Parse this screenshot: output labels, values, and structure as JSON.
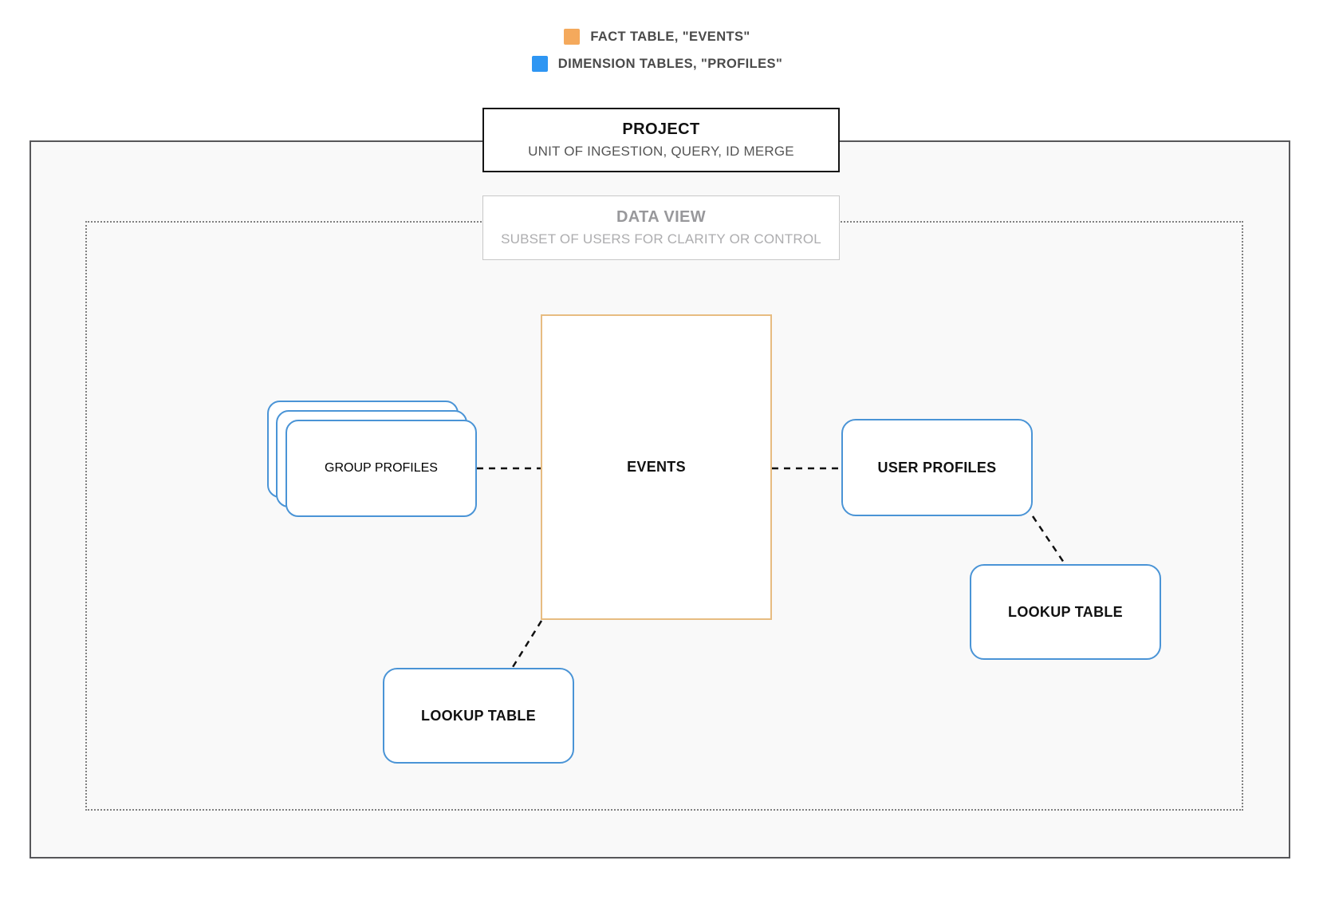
{
  "colors": {
    "fact_accent": "#f4a95c",
    "dimension_accent": "#2e96f3",
    "fact_border": "#e7bc81",
    "dimension_border": "#4a94d6",
    "outer_border": "#57575a",
    "connector": "#111111"
  },
  "legend": {
    "items": [
      {
        "swatch": "fact-swatch",
        "label": "FACT TABLE, \"EVENTS\""
      },
      {
        "swatch": "dimension-swatch",
        "label": "DIMENSION TABLES, \"PROFILES\""
      }
    ]
  },
  "project": {
    "title": "PROJECT",
    "subtitle": "UNIT OF INGESTION, QUERY, ID MERGE"
  },
  "data_view": {
    "title": "DATA VIEW",
    "subtitle": "SUBSET OF USERS FOR CLARITY OR CONTROL"
  },
  "nodes": {
    "events": {
      "label": "EVENTS"
    },
    "group_profiles": {
      "label": "GROUP PROFILES"
    },
    "user_profiles": {
      "label": "USER PROFILES"
    },
    "lookup_table_bottom": {
      "label": "LOOKUP TABLE"
    },
    "lookup_table_right": {
      "label": "LOOKUP TABLE"
    }
  }
}
